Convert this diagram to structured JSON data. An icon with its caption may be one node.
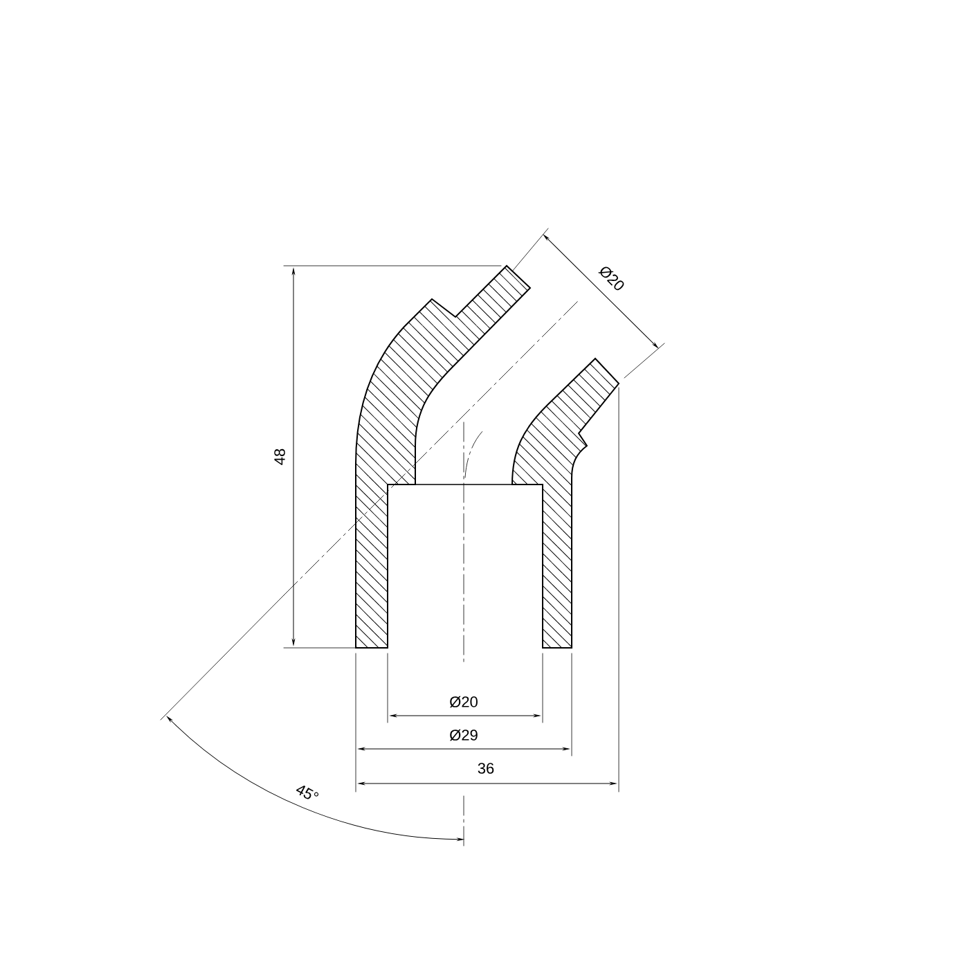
{
  "diagram": {
    "labels": [
      "Ø20",
      "48",
      "Ø20",
      "Ø29",
      "36",
      "45°"
    ]
  }
}
